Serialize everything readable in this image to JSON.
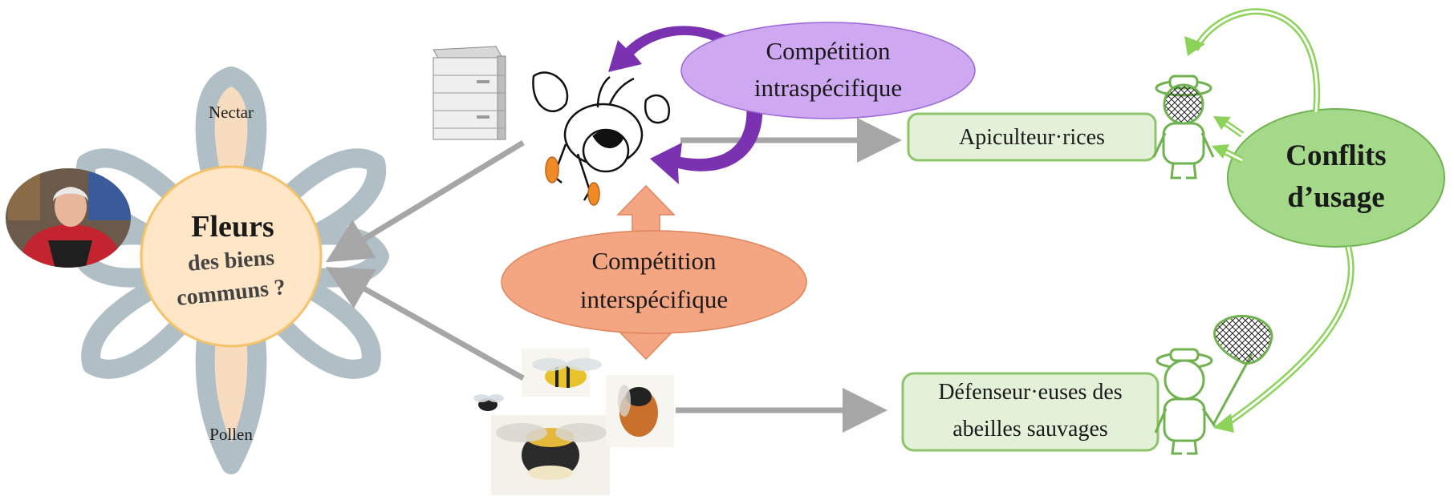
{
  "flower": {
    "title": "Fleurs",
    "subtitle_line1": "des biens",
    "subtitle_line2": "communs ?",
    "petal_top_label": "Nectar",
    "petal_bottom_label": "Pollen",
    "petal_color": "#b0bec5",
    "center_fill": "#ffe6c6",
    "center_stroke": "#f5c268"
  },
  "competition_intra": {
    "line1": "Compétition",
    "line2": "intraspécifique",
    "fill": "#cfa8f2",
    "stroke": "#9b67d6",
    "arrow_color": "#7b32b0"
  },
  "competition_inter": {
    "line1": "Compétition",
    "line2": "interspécifique",
    "fill": "#f4a683",
    "stroke": "#e0845c"
  },
  "box_beekeepers": {
    "label": "Apiculteur·rices"
  },
  "box_defenders": {
    "line1": "Défenseur·euses des",
    "line2": "abeilles sauvages"
  },
  "conflicts": {
    "line1": "Conflits",
    "line2": "d’usage",
    "fill": "#a5d98a",
    "stroke": "#6fb24f"
  },
  "colors": {
    "box_fill": "#e4f1d9",
    "box_stroke": "#8cc56a",
    "gray_arrow": "#a6a6a6",
    "green_arrow": "#8cd35a"
  },
  "icons": [
    "hive-icon",
    "honeybee-icon",
    "wild-bees-icon",
    "person-icon",
    "butterfly-net-icon",
    "portrait-photo"
  ]
}
